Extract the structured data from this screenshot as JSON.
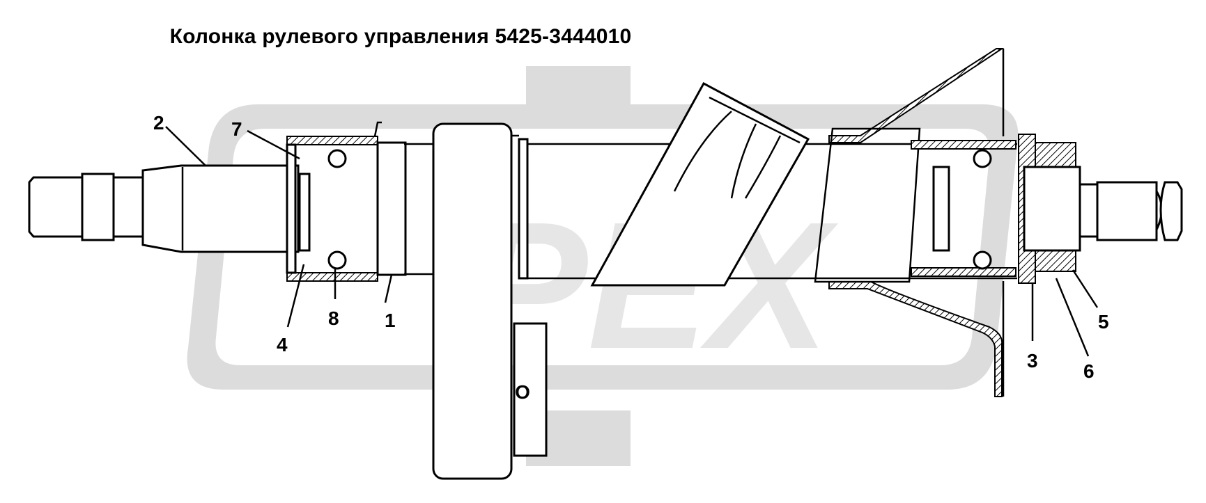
{
  "title": "Колонка рулевого управления 5425-3444010",
  "callouts": {
    "c1": "1",
    "c2": "2",
    "c3": "3",
    "c4": "4",
    "c5": "5",
    "c6": "6",
    "c7": "7",
    "c8": "8"
  },
  "marks": {
    "switch_o": "O"
  }
}
